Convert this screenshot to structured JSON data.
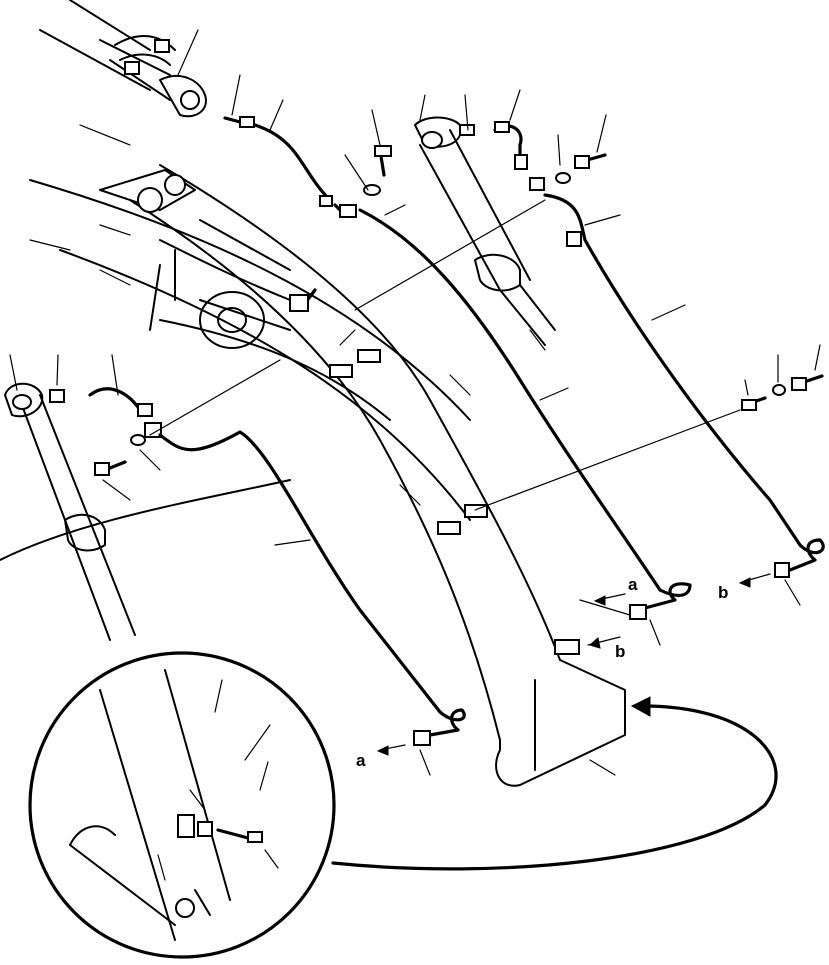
{
  "labels": {
    "a1": "a",
    "a2": "a",
    "b1": "b",
    "b2": "b"
  }
}
